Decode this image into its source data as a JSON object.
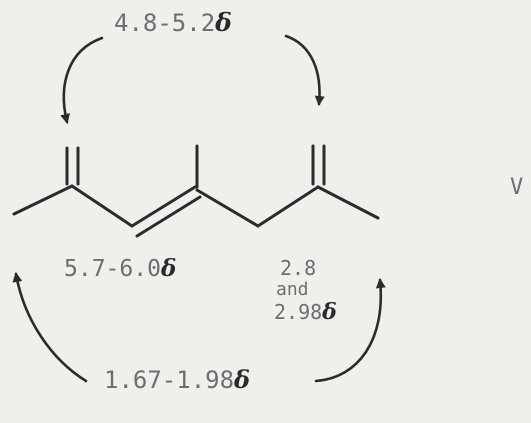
{
  "labels": {
    "top_shift": "4.8-5.2",
    "vinyl_shift": "5.7-6.0",
    "allylic_shift_line1": "2.8",
    "allylic_shift_line2": "and",
    "allylic_shift_line3": "2.98",
    "methyl_shift": "1.67-1.98",
    "compound_label": "V",
    "delta_symbol": "δ"
  },
  "colors": {
    "background": "#efefec",
    "bond": "#2b2b2b",
    "text": "#6e6e6e",
    "delta": "#2a2a2a"
  }
}
